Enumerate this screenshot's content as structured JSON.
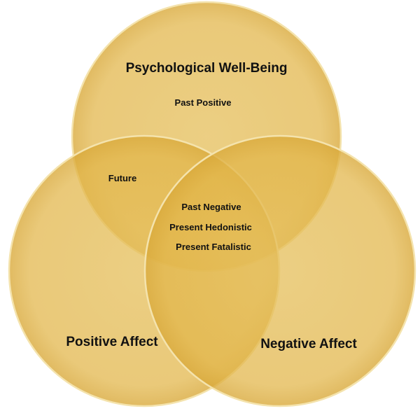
{
  "circles": {
    "psychological_well_being": {
      "label": "Psychological Well-Being",
      "items": [
        "Past Positive"
      ]
    },
    "positive_affect": {
      "label": "Positive Affect"
    },
    "negative_affect": {
      "label": "Negative Affect"
    }
  },
  "overlaps": {
    "well_being_and_positive": [
      "Future"
    ],
    "all_three": [
      "Past Negative",
      "Present Hedonistic",
      "Present Fatalistic"
    ]
  },
  "colors": {
    "fill": "#e3b94a",
    "rim": "#f3dfa0",
    "text": "#111111"
  }
}
